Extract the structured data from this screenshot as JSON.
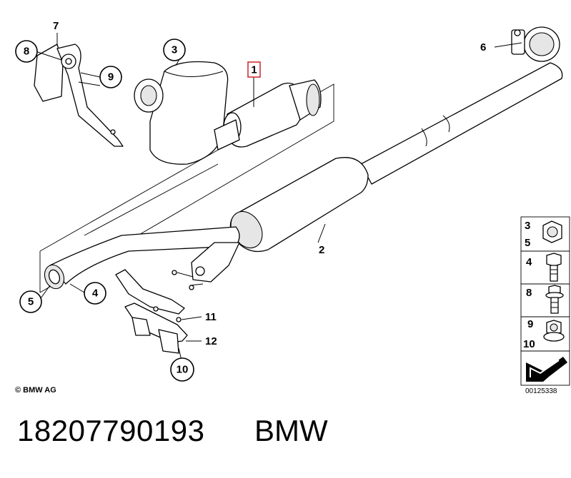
{
  "labels": {
    "l1": "1",
    "l2": "2",
    "l3": "3",
    "l4": "4",
    "l5": "5",
    "l6": "6",
    "l7": "7",
    "l8": "8",
    "l9": "9",
    "l10": "10",
    "l11": "11",
    "l12": "12"
  },
  "legend": {
    "row1a": "3",
    "row1b": "5",
    "row2": "4",
    "row3": "8",
    "row4a": "9",
    "row4b": "10"
  },
  "copyright": "© BMW AG",
  "drawing_number": "00125338",
  "part_number": "18207790193",
  "brand": "BMW",
  "highlight_color": "#d0303a"
}
